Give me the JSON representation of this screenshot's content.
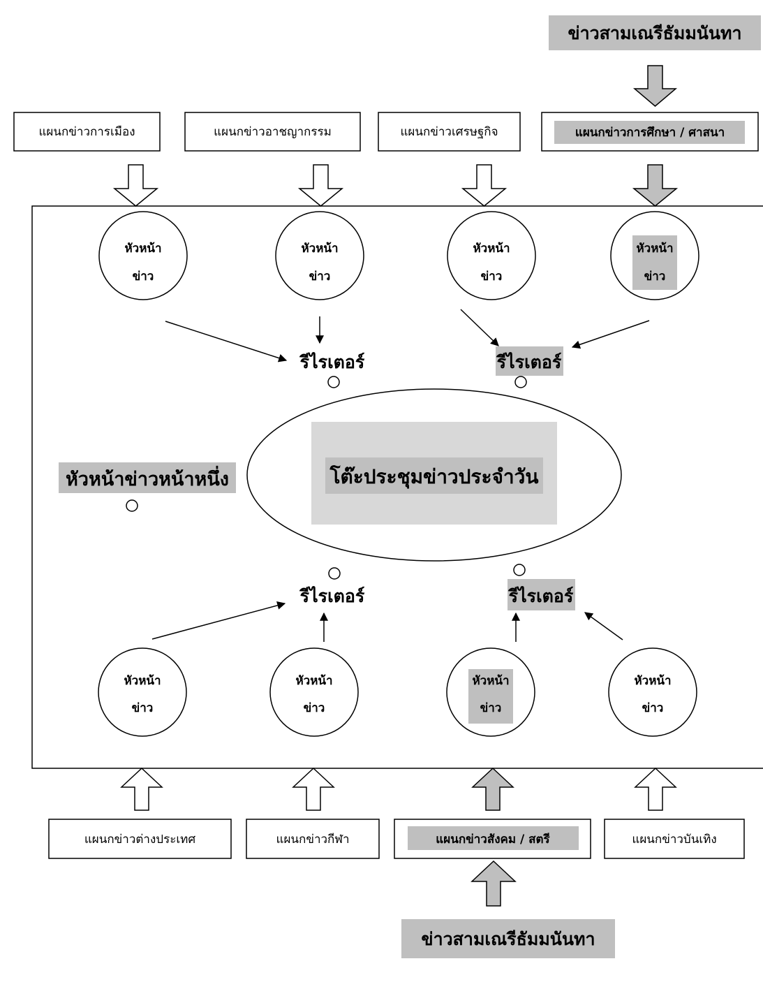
{
  "source_labels": {
    "top": "ข่าวสามเณรีธัมมนันทา",
    "bottom": "ข่าวสามเณรีธัมมนันทา"
  },
  "departments_top": [
    {
      "label": "แผนกข่าวการเมือง"
    },
    {
      "label": "แผนกข่าวอาชญากรรม"
    },
    {
      "label": "แผนกข่าวเศรษฐกิจ"
    },
    {
      "label": "แผนกข่าวการศึกษา / ศาสนา"
    }
  ],
  "departments_bottom": [
    {
      "label": "แผนกข่าวต่างประเทศ"
    },
    {
      "label": "แผนกข่าวกีฬา"
    },
    {
      "label": "แผนกข่าวสังคม / สตรี"
    },
    {
      "label": "แผนกข่าวบันเทิง"
    }
  ],
  "news_editor": {
    "line1": "หัวหน้า",
    "line2": "ข่าว"
  },
  "rewriter_label": "รีไรเตอร์",
  "front_page_editor": "หัวหน้าข่าวหน้าหนึ่ง",
  "meeting_table": "โต๊ะประชุมข่าวประจำวัน",
  "colors": {
    "highlight": "#bfbfbf",
    "stroke": "#000000",
    "background": "#ffffff"
  }
}
